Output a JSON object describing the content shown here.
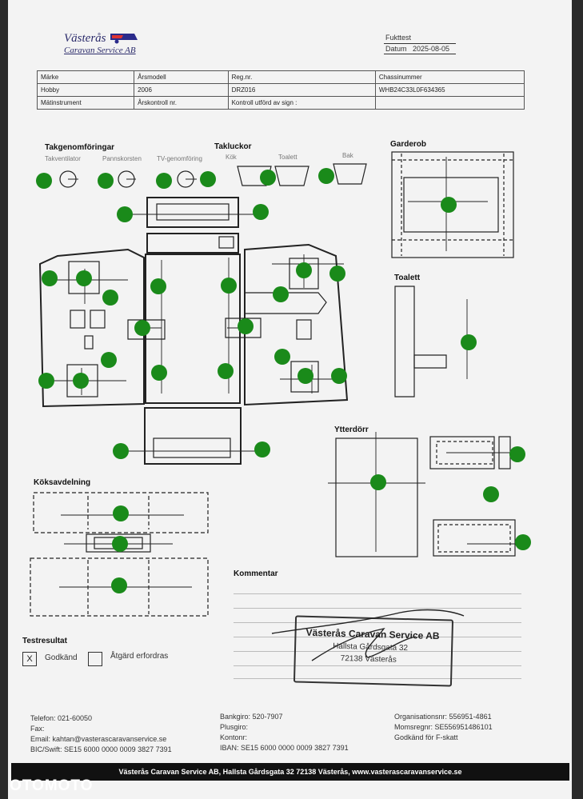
{
  "company": {
    "name_line1": "Västerås",
    "name_line2": "Caravan Service AB"
  },
  "test": {
    "title": "Fukttest",
    "date_label": "Datum",
    "date_value": "2025-08-05"
  },
  "vehicle_table": {
    "labels": [
      "Märke",
      "Årsmodell",
      "Reg.nr.",
      "Chassinummer"
    ],
    "values": [
      "Hobby",
      "2006",
      "DRZ016",
      "WHB24C33L0F634365"
    ],
    "row3": [
      "Mätinstrument",
      "Årskontroll nr.",
      "Kontroll utförd av sign :"
    ]
  },
  "sections": {
    "takgenomforingar": "Takgenomföringar",
    "takventilator": "Takventilator",
    "pannskorsten": "Pannskorsten",
    "tv_genomforing": "TV-genomföring",
    "takluckor": "Takluckor",
    "kok": "Kök",
    "toalett_small": "Toalett",
    "bak": "Bak",
    "garderob": "Garderob",
    "toalett": "Toalett",
    "ytterdorr": "Ytterdörr",
    "koksavdelning": "Köksavdelning",
    "kommentar": "Kommentar",
    "testresultat": "Testresultat",
    "godkand": "Godkänd",
    "atgard": "Åtgärd erfordras",
    "godkand_mark": "X"
  },
  "stamp": {
    "line1": "Västerås Caravan Service AB",
    "line2": "Hallsta Gårdsgata 32",
    "line3": "72138 Västerås"
  },
  "contact": {
    "col1": [
      "Telefon: 021-60050",
      "Fax:",
      "Email: kahtan@vasterascaravanservice.se",
      "BIC/Swift: SE15 6000 0000 0009 3827 7391"
    ],
    "col2": [
      "Bankgiro: 520-7907",
      "Plusgiro:",
      "Kontonr:",
      "IBAN: SE15 6000 0000 0009 3827 7391"
    ],
    "col3": [
      "Organisationsnr: 556951-4861",
      "Momsregnr: SE556951486101",
      "Godkänd för F-skatt"
    ]
  },
  "footer": "Västerås Caravan Service AB, Hallsta Gårdsgata 32 72138 Västerås, www.vasterascaravanservice.se",
  "watermark": "OTOMOTO",
  "colors": {
    "dot": "#1a8a1a",
    "ink": "#222222",
    "paper": "#f3f3f3"
  }
}
